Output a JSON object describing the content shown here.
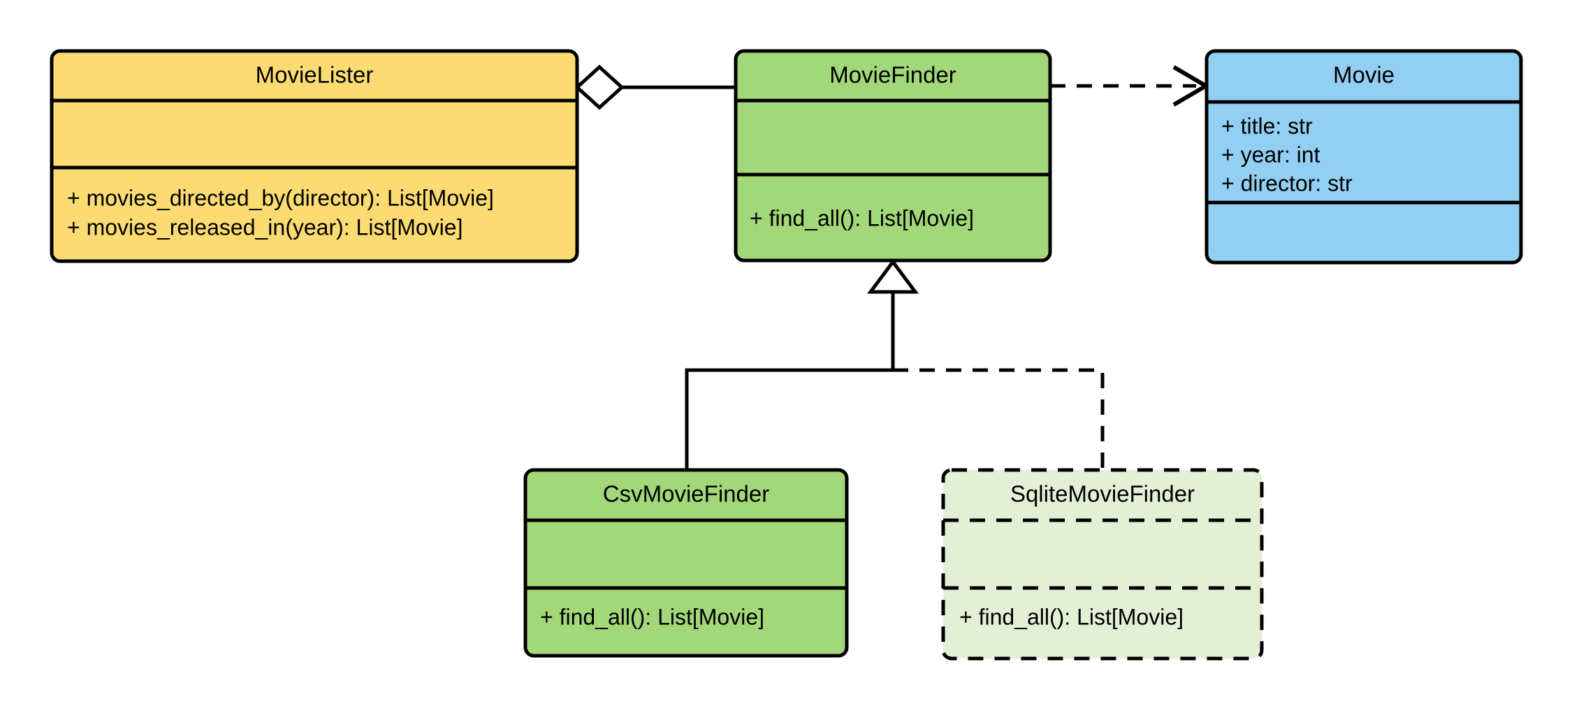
{
  "diagram": {
    "kind": "uml-class-diagram",
    "title": "Movie Lister dependency injection class diagram",
    "background_color": "#ffffff",
    "line_color": "#000000",
    "classes": [
      {
        "id": "movie-lister",
        "name": "MovieLister",
        "fill_color": "#fcdc72",
        "border_style": "solid",
        "attributes": [],
        "methods": [
          "+ movies_directed_by(director): List[Movie]",
          "+ movies_released_in(year): List[Movie]"
        ]
      },
      {
        "id": "movie-finder",
        "name": "MovieFinder",
        "fill_color": "#a3d87a",
        "border_style": "solid",
        "attributes": [],
        "methods": [
          "+ find_all(): List[Movie]"
        ]
      },
      {
        "id": "movie",
        "name": "Movie",
        "fill_color": "#93cff2",
        "border_style": "solid",
        "attributes": [
          "+ title: str",
          "+ year: int",
          "+ director: str"
        ],
        "methods": []
      },
      {
        "id": "csv-movie-finder",
        "name": "CsvMovieFinder",
        "fill_color": "#a3d87a",
        "border_style": "solid",
        "attributes": [],
        "methods": [
          "+ find_all(): List[Movie]"
        ]
      },
      {
        "id": "sqlite-movie-finder",
        "name": "SqliteMovieFinder",
        "fill_color": "#e3f0d6",
        "border_style": "dashed",
        "attributes": [],
        "methods": [
          "+ find_all(): List[Movie]"
        ]
      }
    ],
    "relationships": [
      {
        "id": "lister-aggregates-finder",
        "type": "aggregation",
        "from": "MovieLister",
        "to": "MovieFinder",
        "line_style": "solid",
        "head": "hollow-diamond"
      },
      {
        "id": "finder-depends-movie",
        "type": "dependency",
        "from": "MovieFinder",
        "to": "Movie",
        "line_style": "dashed",
        "head": "open-arrow"
      },
      {
        "id": "csv-inherits-finder",
        "type": "generalization",
        "from": "CsvMovieFinder",
        "to": "MovieFinder",
        "line_style": "solid",
        "head": "hollow-triangle"
      },
      {
        "id": "sqlite-inherits-finder",
        "type": "generalization",
        "from": "SqliteMovieFinder",
        "to": "MovieFinder",
        "line_style": "dashed",
        "head": "hollow-triangle"
      }
    ]
  }
}
